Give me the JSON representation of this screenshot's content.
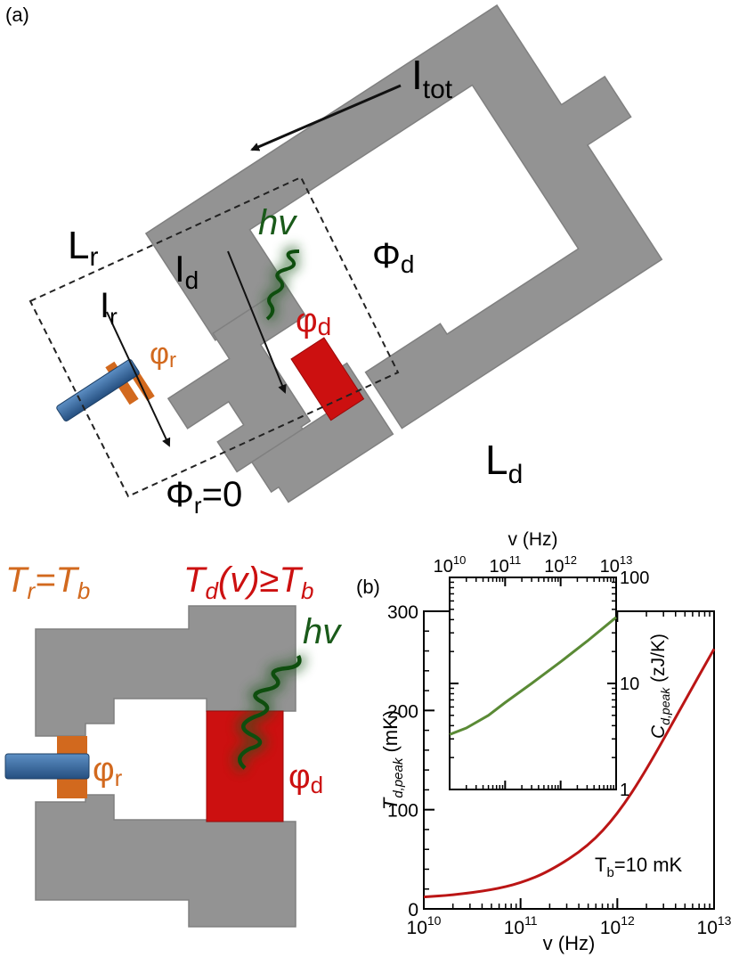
{
  "panel_a": {
    "label": "(a)",
    "I_tot": "I",
    "I_tot_sub": "tot",
    "L_r": "L",
    "L_r_sub": "r",
    "I_d": "I",
    "I_d_sub": "d",
    "I_r": "I",
    "I_r_sub": "r",
    "hv": "hv",
    "Phi_d": "Φ",
    "Phi_d_sub": "d",
    "phi_d": "φ",
    "phi_d_sub": "d",
    "phi_r": "φ",
    "phi_r_sub": "r",
    "Phi_r": "Φ",
    "Phi_r_sub": "r",
    "Phi_r_eq": "=0",
    "L_d": "L",
    "L_d_sub": "d"
  },
  "bottom_left": {
    "Tr": "T",
    "Tr_sub": "r",
    "Tr_eq": "=T",
    "Tr_sub2": "b",
    "Td": "T",
    "Td_sub": "d",
    "Td_mid": "(v)≥T",
    "Td_sub2": "b",
    "hv": "hv",
    "phi_r": "φ",
    "phi_r_sub": "r",
    "phi_d": "φ",
    "phi_d_sub": "d"
  },
  "panel_b": {
    "label": "(b)",
    "annotation": "T",
    "annotation_sub": "b",
    "annotation_rest": "=10 mK",
    "colors": {
      "main": "#bb1515",
      "inset": "#5a8a35"
    }
  },
  "chart_data": [
    {
      "type": "line",
      "name": "main",
      "xlabel": "v (Hz)",
      "ylabel": "T",
      "ylabel_sub": "d,peak",
      "ylabel_unit": " (mK)",
      "xscale": "log",
      "xlim": [
        10000000000.0,
        10000000000000.0
      ],
      "ylim": [
        0,
        300
      ],
      "xtick_labels": [
        {
          "base": "10",
          "exp": "10"
        },
        {
          "base": "10",
          "exp": "11"
        },
        {
          "base": "10",
          "exp": "12"
        },
        {
          "base": "10",
          "exp": "13"
        }
      ],
      "ytick_labels": [
        "0",
        "100",
        "200",
        "300"
      ],
      "series": [
        {
          "x": [
            10000000000.0,
            20000000000.0,
            50000000000.0,
            100000000000.0,
            200000000000.0,
            500000000000.0,
            1000000000000.0,
            2000000000000.0,
            5000000000000.0,
            10000000000000.0
          ],
          "y": [
            12,
            14,
            19,
            26,
            38,
            63,
            95,
            140,
            210,
            262
          ]
        }
      ]
    },
    {
      "type": "line",
      "name": "inset",
      "xlabel": "v (Hz)",
      "ylabel": "C",
      "ylabel_sub": "d,peak",
      "ylabel_unit": " (zJ/K)",
      "xscale": "log",
      "yscale": "log",
      "xlim": [
        10000000000.0,
        10000000000000.0
      ],
      "ylim": [
        1,
        100
      ],
      "xtick_labels": [
        {
          "base": "10",
          "exp": "10"
        },
        {
          "base": "10",
          "exp": "11"
        },
        {
          "base": "10",
          "exp": "12"
        },
        {
          "base": "10",
          "exp": "13"
        }
      ],
      "ytick_labels": [
        "1",
        "10",
        "100"
      ],
      "series": [
        {
          "x": [
            10000000000.0,
            20000000000.0,
            50000000000.0,
            100000000000.0,
            300000000000.0,
            1000000000000.0,
            3000000000000.0,
            10000000000000.0
          ],
          "y": [
            3.3,
            3.8,
            5.0,
            6.6,
            10.0,
            16.0,
            25.0,
            42.0
          ]
        }
      ]
    }
  ]
}
